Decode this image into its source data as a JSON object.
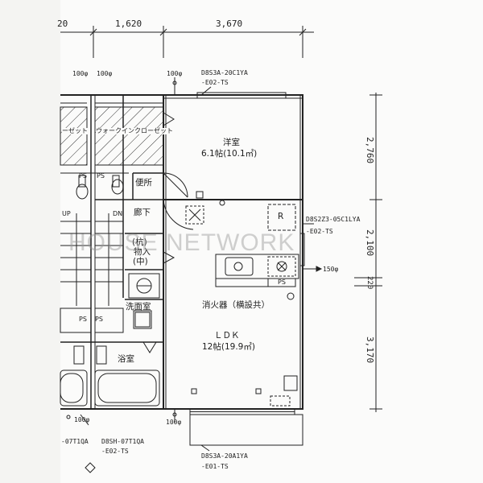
{
  "dimensions": {
    "top_partial": "20",
    "top_a": "1,620",
    "top_b": "3,670",
    "right_a": "2,760",
    "right_b": "2,100",
    "right_c": "220",
    "right_d": "3,170"
  },
  "vents": {
    "v1": "100φ",
    "v2": "100φ",
    "v3": "100φ",
    "v4": "150φ",
    "v5": "100φ",
    "v6": "100φ"
  },
  "equipment": {
    "code_top_l1": "D8S3A-20C1YA",
    "code_top_l2": "-E02-TS",
    "code_mid_l1": "D8S2Z3-05C1LYA",
    "code_mid_l2": "-E02-TS",
    "code_bot_l1": "D8S3A-20A1YA",
    "code_bot_l2": "-E01-TS",
    "code_botleft_l1": "D8SH-07T1QA",
    "code_botleft_l2": "-E02-TS",
    "code_partial": "-07T1QA"
  },
  "rooms": {
    "western_name": "洋室",
    "western_size": "6.1帖(10.1㎡)",
    "closet_left": "ーゼット",
    "walkin_closet": "ウォークインクローゼット",
    "ps": "PS",
    "toilet": "便所",
    "corridor": "廊下",
    "storage_1": "(杭)",
    "storage_2": "物入",
    "storage_3": "(中)",
    "washroom": "洗面室",
    "bathroom": "浴室",
    "refrigerator": "R",
    "extinguisher": "消火器（横設共）",
    "ldk_name": "ＬＤＫ",
    "ldk_size": "12帖(19.9㎡)",
    "up": "UP",
    "dn": "DN"
  },
  "watermark": "HOUSE NETWORK"
}
